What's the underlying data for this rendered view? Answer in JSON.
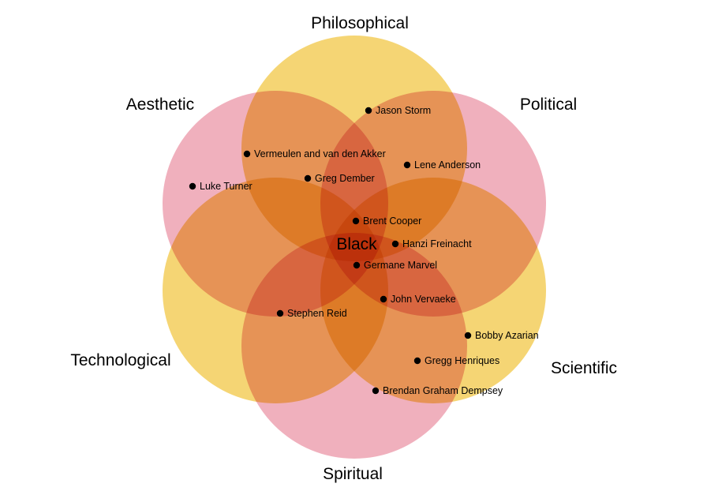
{
  "colors": {
    "yellow": "#f2c94c",
    "pink": "#ec9aaa",
    "text": "#000000",
    "dot": "#000000"
  },
  "center_label": "Black",
  "categories": [
    {
      "id": "philosophical",
      "label": "Philosophical",
      "color": "#f2c94c"
    },
    {
      "id": "political",
      "label": "Political",
      "color": "#ec9aaa"
    },
    {
      "id": "scientific",
      "label": "Scientific",
      "color": "#f2c94c"
    },
    {
      "id": "spiritual",
      "label": "Spiritual",
      "color": "#ec9aaa"
    },
    {
      "id": "technological",
      "label": "Technological",
      "color": "#f2c94c"
    },
    {
      "id": "aesthetic",
      "label": "Aesthetic",
      "color": "#ec9aaa"
    }
  ],
  "people": [
    {
      "id": "jason-storm",
      "name": "Jason Storm"
    },
    {
      "id": "vermeulen-van-den-akker",
      "name": "Vermeulen and van den Akker"
    },
    {
      "id": "lene-anderson",
      "name": "Lene Anderson"
    },
    {
      "id": "greg-dember",
      "name": "Greg Dember"
    },
    {
      "id": "luke-turner",
      "name": "Luke Turner"
    },
    {
      "id": "brent-cooper",
      "name": "Brent Cooper"
    },
    {
      "id": "hanzi-freinacht",
      "name": "Hanzi Freinacht"
    },
    {
      "id": "germane-marvel",
      "name": "Germane Marvel"
    },
    {
      "id": "john-vervaeke",
      "name": "John Vervaeke"
    },
    {
      "id": "stephen-reid",
      "name": "Stephen Reid"
    },
    {
      "id": "bobby-azarian",
      "name": "Bobby Azarian"
    },
    {
      "id": "gregg-henriques",
      "name": "Gregg Henriques"
    },
    {
      "id": "brendan-graham-dempsey",
      "name": "Brendan Graham Dempsey"
    }
  ]
}
